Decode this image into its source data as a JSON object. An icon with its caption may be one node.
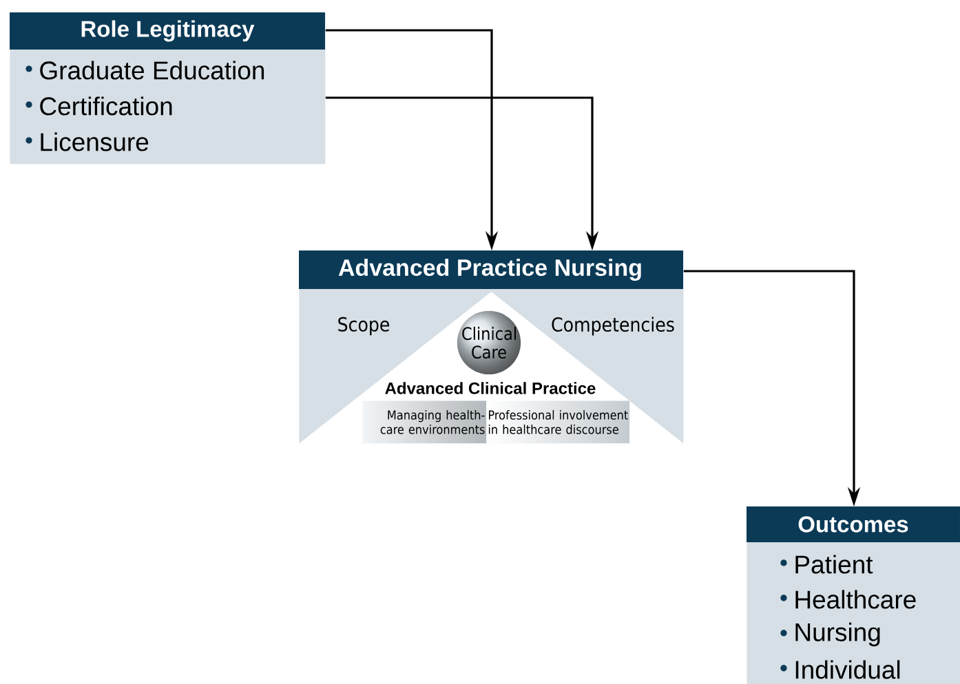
{
  "diagram": {
    "nodes": [
      {
        "text": [
          "Role Legitimacy",
          "Graduate Education",
          "Certification",
          "Licensure"
        ]
      },
      {
        "text": [
          "Advanced Practice Nursing",
          "Scope",
          "Competencies"
        ]
      },
      {
        "text": [
          "Advanced Clinical Practice"
        ],
        "in": 1
      },
      {
        "text": [
          "Clinical Care"
        ],
        "in": 2
      },
      {
        "text": [
          "Managing health-care environments"
        ],
        "in": 2
      },
      {
        "text": [
          "Professional involvement in healthcare discourse"
        ],
        "in": 2
      },
      {
        "text": [
          "Outcomes",
          "Patient",
          "Healthcare",
          "Nursing",
          "Individual"
        ]
      }
    ],
    "edges": [
      {
        "from": 0,
        "to": 1,
        "arrow": "to"
      },
      {
        "from": 0,
        "to": 1,
        "arrow": "to"
      },
      {
        "from": 1,
        "to": 6,
        "arrow": "to"
      }
    ]
  }
}
